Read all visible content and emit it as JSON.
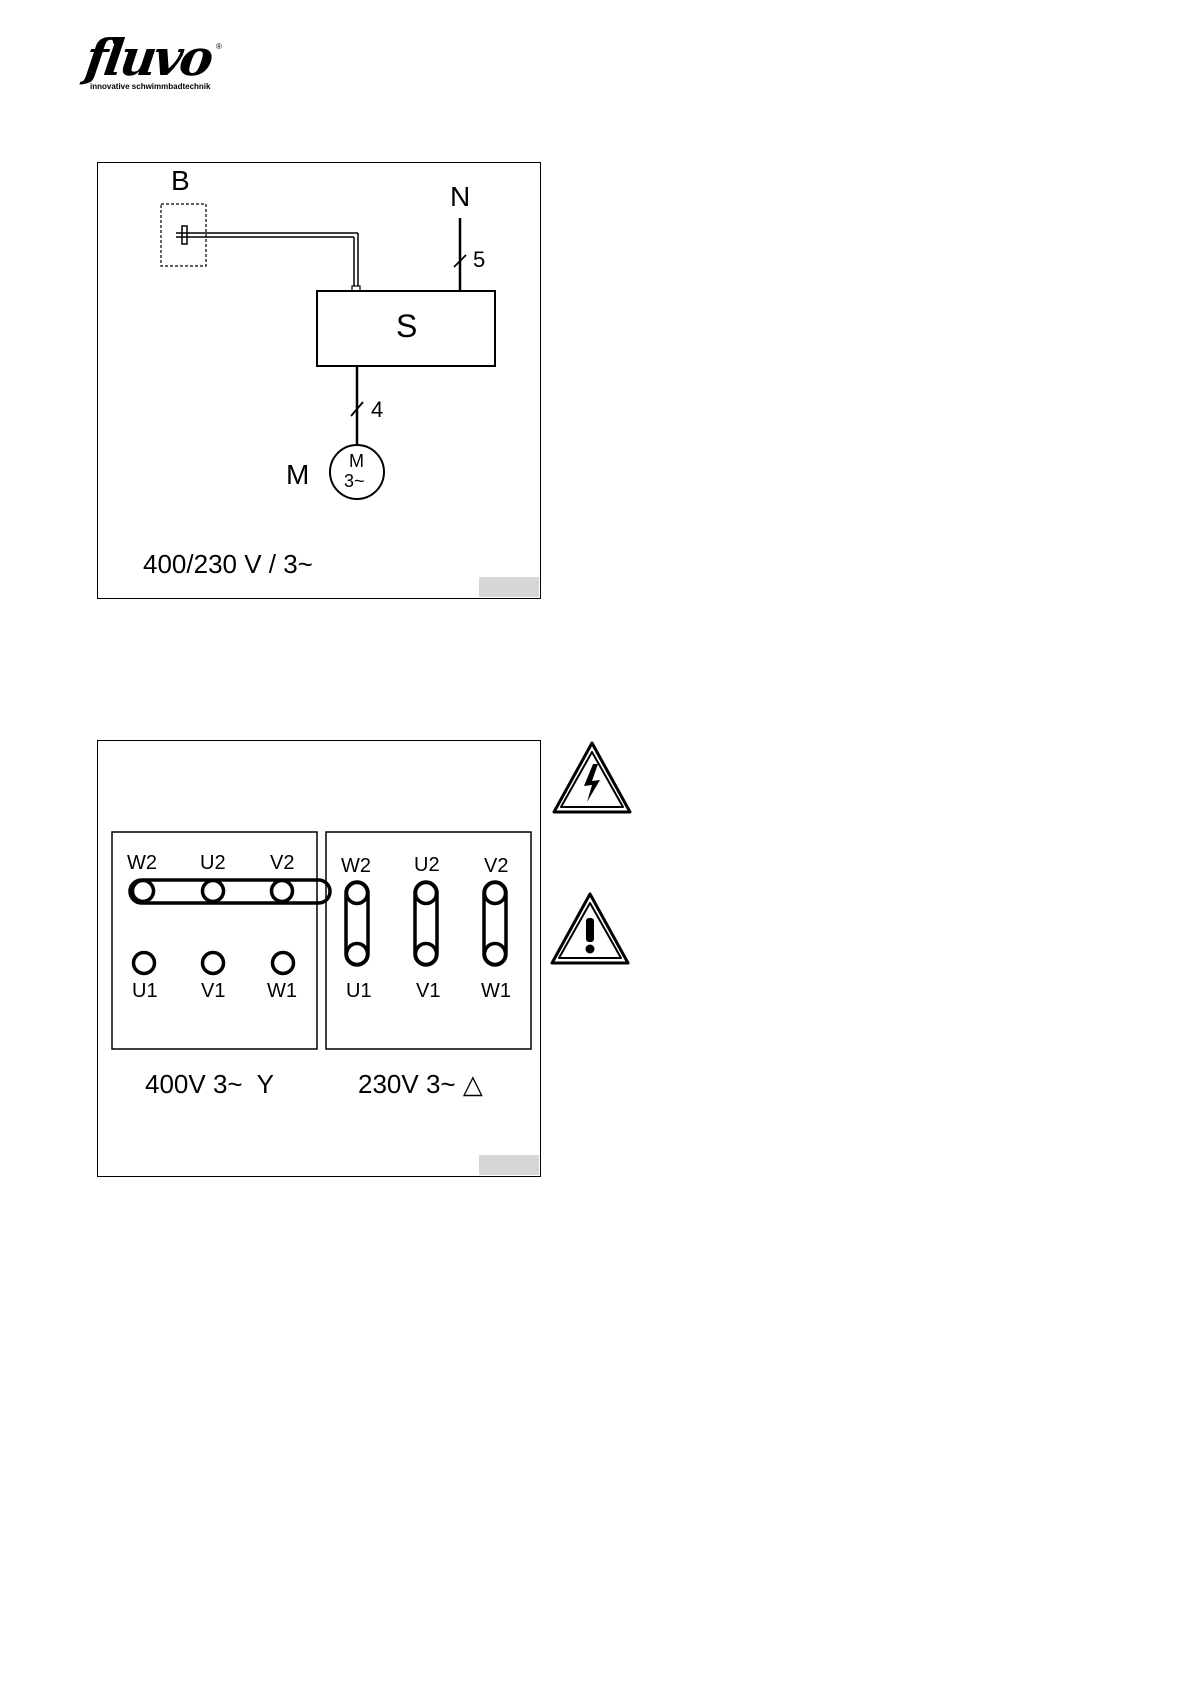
{
  "brand": {
    "logo_text": "fluvo",
    "registered_mark": "®",
    "tagline": "innovative schwimmbadtechnik"
  },
  "wiring_diagram": {
    "label_B": "B",
    "label_N": "N",
    "conductors_N": "5",
    "label_S": "S",
    "conductors_M": "4",
    "label_M": "M",
    "motor_symbol_line1": "M",
    "motor_symbol_line2": "3~",
    "voltage": "400/230 V / 3~"
  },
  "terminal_diagram": {
    "star": {
      "top_labels": [
        "W2",
        "U2",
        "V2"
      ],
      "bottom_labels": [
        "U1",
        "V1",
        "W1"
      ],
      "caption": "400V 3~  Y"
    },
    "delta": {
      "top_labels": [
        "W2",
        "U2",
        "V2"
      ],
      "bottom_labels": [
        "U1",
        "V1",
        "W1"
      ],
      "caption": "230V 3~ △"
    }
  },
  "icons": [
    "electric-hazard-warning-icon",
    "general-warning-icon"
  ]
}
